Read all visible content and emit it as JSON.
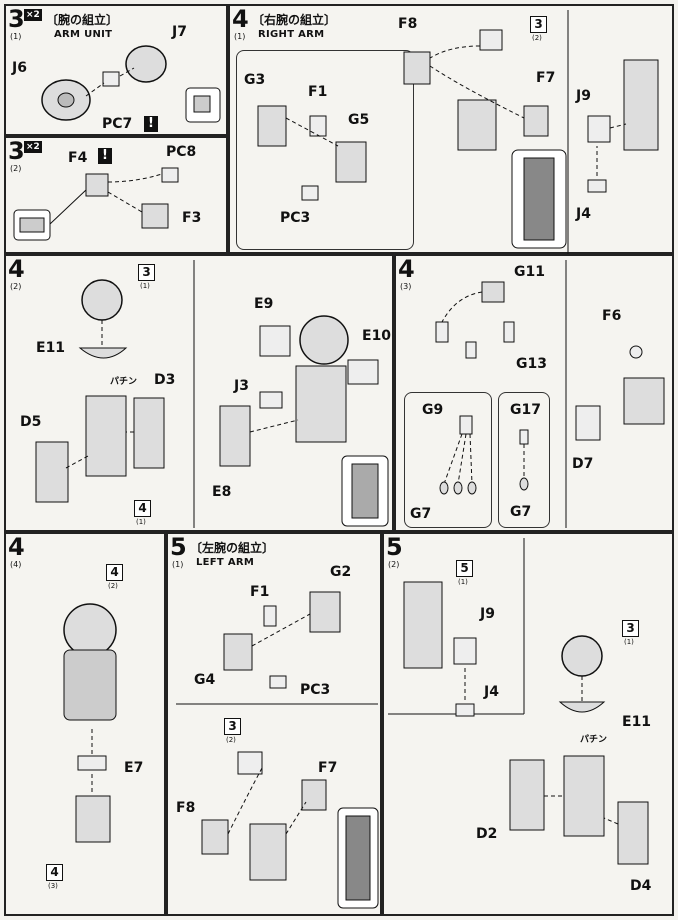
{
  "steps": {
    "s3_1": {
      "num": "3",
      "sub": "(1)",
      "mult": "×2",
      "jp": "〔腕の組立〕",
      "en": "ARM UNIT",
      "labels": {
        "j7": "J7",
        "j6": "J6",
        "pc7": "PC7"
      }
    },
    "s3_2": {
      "num": "3",
      "sub": "(2)",
      "mult": "×2",
      "labels": {
        "f4": "F4",
        "pc8": "PC8",
        "f3": "F3"
      }
    },
    "s4_1": {
      "num": "4",
      "sub": "(1)",
      "jp": "〔右腕の組立〕",
      "en": "RIGHT ARM",
      "labels": {
        "f8": "F8",
        "g3": "G3",
        "f1": "F1",
        "g5": "G5",
        "pc3": "PC3",
        "f7": "F7",
        "j9": "J9",
        "j4": "J4"
      },
      "refbox": {
        "num": "3",
        "sub": "(2)"
      }
    },
    "s4_2": {
      "num": "4",
      "sub": "(2)",
      "labels": {
        "e11": "E11",
        "d3": "D3",
        "d5": "D5",
        "e9": "E9",
        "e10": "E10",
        "j3": "J3",
        "e8": "E8"
      },
      "pachin": "パチン",
      "refbox_top": {
        "num": "3",
        "sub": "(1)"
      },
      "refbox_bottom": {
        "num": "4",
        "sub": "(1)"
      }
    },
    "s4_3": {
      "num": "4",
      "sub": "(3)",
      "labels": {
        "g11": "G11",
        "g13": "G13",
        "f6": "F6",
        "d7": "D7",
        "g9": "G9",
        "g17": "G17",
        "g7a": "G7",
        "g7b": "G7"
      }
    },
    "s4_4": {
      "num": "4",
      "sub": "(4)",
      "labels": {
        "e7": "E7"
      },
      "refbox_top": {
        "num": "4",
        "sub": "(2)"
      },
      "refbox_bottom": {
        "num": "4",
        "sub": "(3)"
      }
    },
    "s5_1": {
      "num": "5",
      "sub": "(1)",
      "jp": "〔左腕の組立〕",
      "en": "LEFT ARM",
      "labels": {
        "f1": "F1",
        "g2": "G2",
        "g4": "G4",
        "pc3": "PC3",
        "f7": "F7",
        "f8": "F8"
      },
      "refbox": {
        "num": "3",
        "sub": "(2)"
      }
    },
    "s5_2": {
      "num": "5",
      "sub": "(2)",
      "labels": {
        "j9": "J9",
        "j4": "J4",
        "e11": "E11",
        "d2": "D2",
        "d4": "D4"
      },
      "pachin": "パチン",
      "refbox_a": {
        "num": "5",
        "sub": "(1)"
      },
      "refbox_b": {
        "num": "3",
        "sub": "(1)"
      }
    }
  },
  "colors": {
    "ink": "#111111",
    "panel": "#f5f4f0",
    "paper": "#f3f2ee"
  }
}
